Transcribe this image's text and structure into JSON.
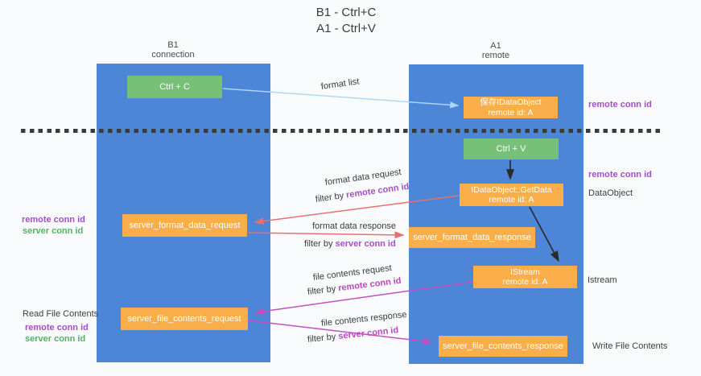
{
  "title": {
    "line1": "B1 - Ctrl+C",
    "line2": "A1 - Ctrl+V"
  },
  "columns": {
    "left": {
      "header_line1": "B1",
      "header_line2": "connection"
    },
    "right": {
      "header_line1": "A1",
      "header_line2": "remote"
    }
  },
  "boxes": {
    "ctrl_c": "Ctrl + C",
    "ctrl_v": "Ctrl + V",
    "save_idataobject": {
      "line1": "保存IDataObject",
      "line2": "remote id: A"
    },
    "getdata": {
      "line1": "IDataObject::GetData",
      "line2": "remote id: A"
    },
    "istream": {
      "line1": "IStream",
      "line2": "remote id: A"
    },
    "format_request": "server_format_data_request",
    "format_response": "server_format_data_response",
    "file_request": "server_file_contents_request",
    "file_response": "server_file_contents_response"
  },
  "flow_labels": {
    "format_list": "format list",
    "format_data_request": "format data request",
    "filter_remote_1": {
      "prefix": "filter by ",
      "highlight": "remote conn id"
    },
    "format_data_response": "format data response",
    "filter_server_1": {
      "prefix": "filter by ",
      "highlight": "server conn id"
    },
    "file_contents_request": "file contents request",
    "filter_remote_2": {
      "prefix": "filter by ",
      "highlight": "remote conn id"
    },
    "file_contents_response": "file contents response",
    "filter_server_2": {
      "prefix": "filter by ",
      "highlight": "server conn id"
    }
  },
  "side_labels": {
    "right_remote_conn_top": "remote conn id",
    "right_remote_conn_mid": "remote conn id",
    "dataobject": "DataObject",
    "istream": "Istream",
    "write_file_contents": "Write File Contents",
    "left_remote_conn_mid": "remote conn id",
    "left_server_conn_mid": "server conn id",
    "read_file_contents": "Read File Contents",
    "left_remote_conn_bottom": "remote conn id",
    "left_server_conn_bottom": "server conn id"
  },
  "colors": {
    "column_blue": "#4D85D7",
    "box_green": "#77C077",
    "box_orange": "#F9AE49",
    "label_purple": "#A44DC9",
    "label_magenta": "#BC45C2",
    "label_green": "#53B266",
    "arrow_red": "#E87070",
    "arrow_magenta": "#C44FC0",
    "arrow_lightblue": "#A9D6F5",
    "arrow_black": "#2b2b2b"
  }
}
